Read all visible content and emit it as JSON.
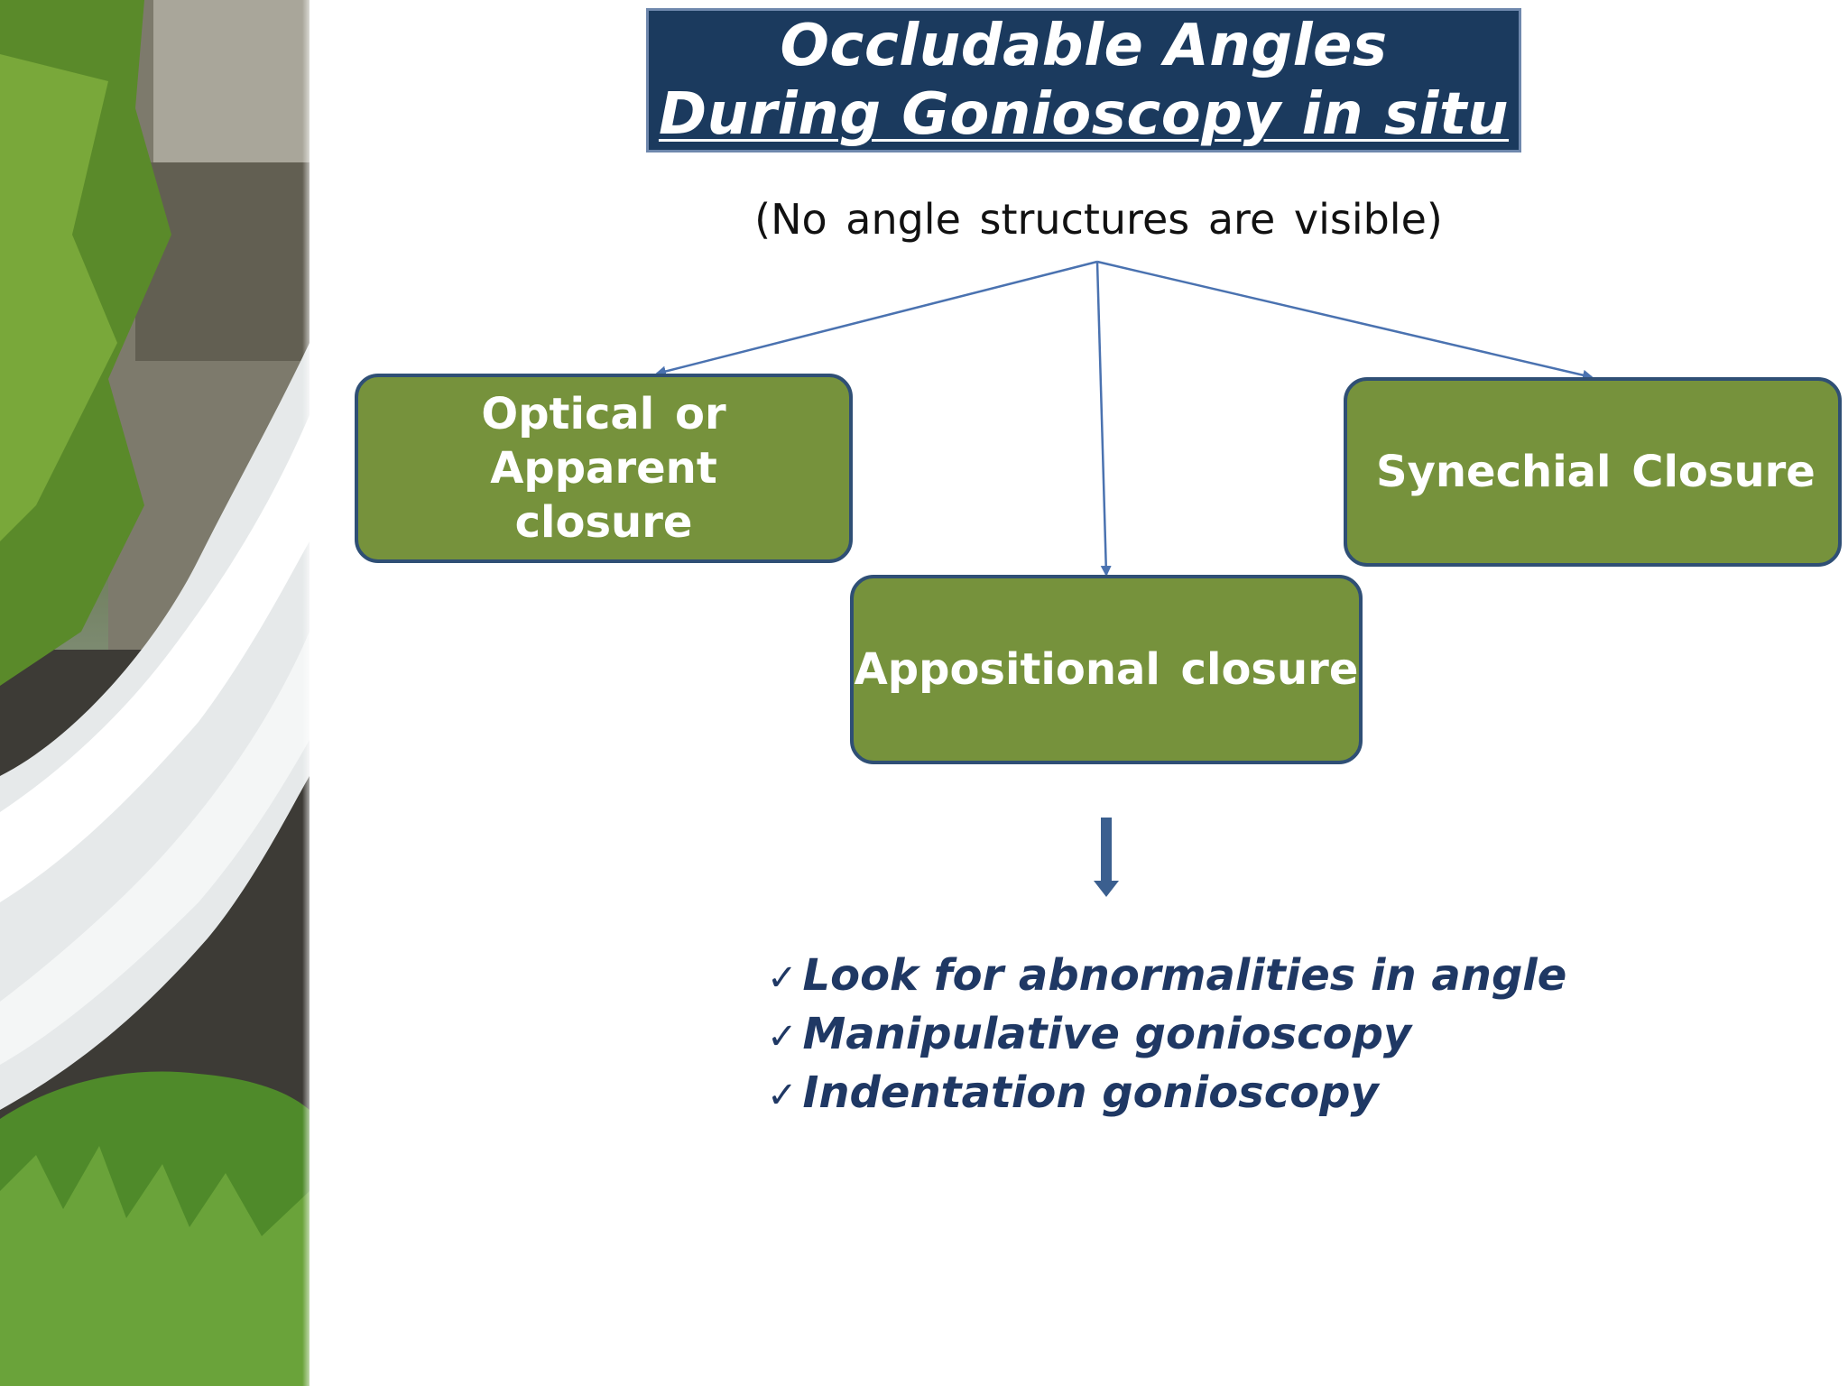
{
  "title": {
    "line1": "Occludable Angles",
    "line2": "During Gonioscopy in situ"
  },
  "subtitle": "(No angle structures are visible)",
  "nodes": {
    "optical": {
      "line1": "Optical or Apparent",
      "line2": "closure"
    },
    "appositional": "Appositional closure",
    "synechial": "Synechial Closure"
  },
  "checklist": [
    "Look for abnormalities in angle",
    "Manipulative gonioscopy",
    "Indentation gonioscopy"
  ],
  "colors": {
    "title_bg": "#1b3a5e",
    "node_fill": "#76923c",
    "node_border": "#2f4f75",
    "connector": "#4a72b0",
    "checklist_text": "#1f3864"
  },
  "icons": {
    "check": "check-mark-icon",
    "arrow": "down-arrow-icon"
  }
}
